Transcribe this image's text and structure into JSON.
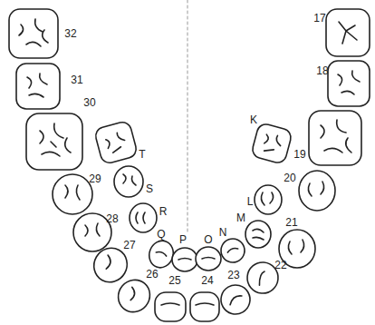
{
  "diagram": {
    "labels": [
      "32",
      "17",
      "31",
      "18",
      "30",
      "T",
      "K",
      "19",
      "S",
      "L",
      "29",
      "20",
      "R",
      "M",
      "28",
      "Q",
      "P",
      "O",
      "N",
      "21",
      "27",
      "22",
      "26",
      "25",
      "24",
      "23"
    ]
  }
}
